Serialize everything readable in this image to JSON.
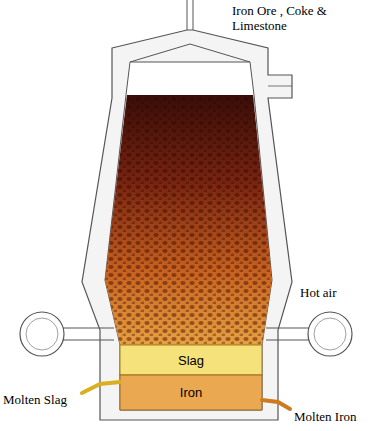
{
  "diagram": {
    "nodes": [
      {
        "text": [
          "Slag"
        ]
      },
      {
        "text": [
          "Iron"
        ]
      }
    ],
    "labels": [
      "Iron Ore , Coke & Limestone",
      "Hot air",
      "Molten Slag",
      "Molten Iron"
    ]
  }
}
